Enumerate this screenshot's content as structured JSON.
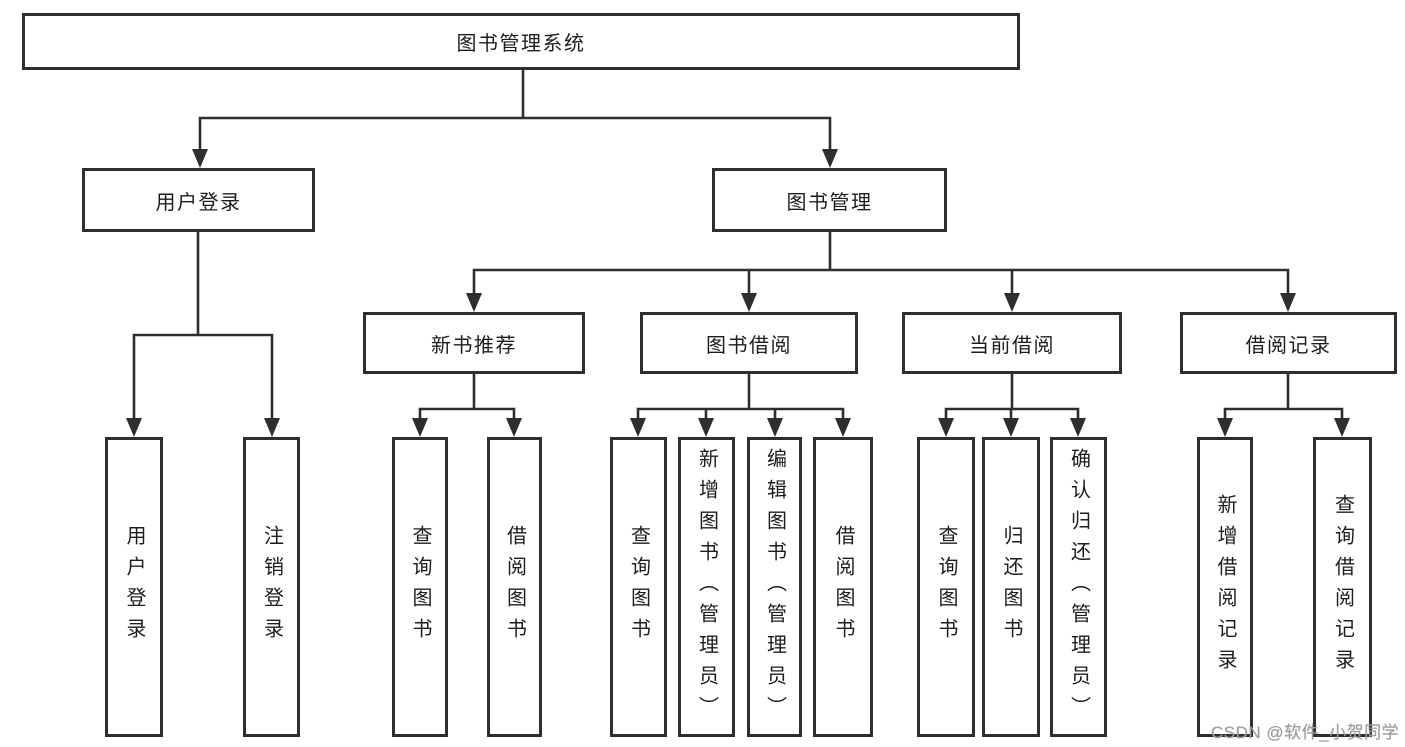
{
  "diagram": {
    "title": "图书管理系统",
    "root": {
      "label": "图书管理系统"
    },
    "level2": [
      {
        "label": "用户登录"
      },
      {
        "label": "图书管理"
      }
    ],
    "level3": [
      {
        "label": "新书推荐"
      },
      {
        "label": "图书借阅"
      },
      {
        "label": "当前借阅"
      },
      {
        "label": "借阅记录"
      }
    ],
    "leaves": [
      {
        "label": "用户登录"
      },
      {
        "label": "注销登录"
      },
      {
        "label": "查询图书"
      },
      {
        "label": "借阅图书"
      },
      {
        "label": "查询图书"
      },
      {
        "label": "新增图书（管理员）"
      },
      {
        "label": "编辑图书（管理员）"
      },
      {
        "label": "借阅图书"
      },
      {
        "label": "查询图书"
      },
      {
        "label": "归还图书"
      },
      {
        "label": "确认归还（管理员）"
      },
      {
        "label": "新增借阅记录"
      },
      {
        "label": "查询借阅记录"
      }
    ],
    "colors": {
      "line": "#2e2e2e",
      "border": "#2e2e2e",
      "text": "#1d1d1d",
      "background": "#ffffff",
      "watermark": "#9c9ca1"
    }
  },
  "watermark": {
    "text": "CSDN @软件_小贺同学"
  }
}
